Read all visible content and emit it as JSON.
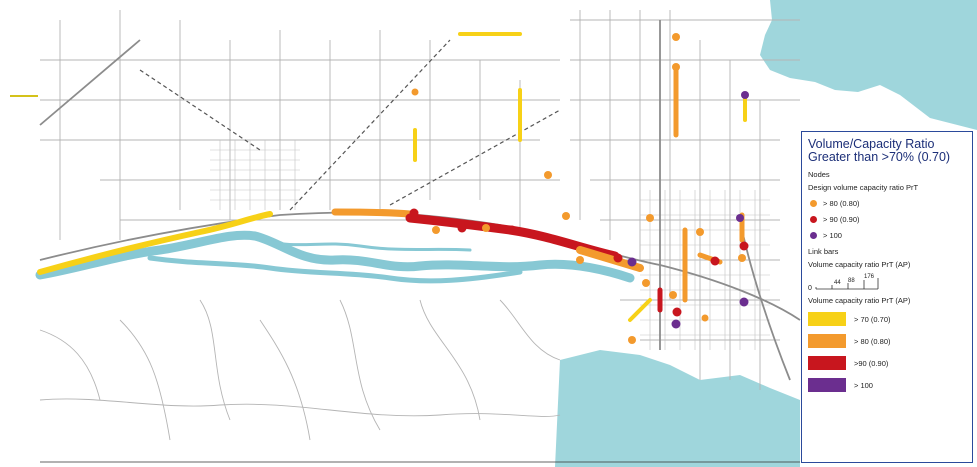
{
  "colors": {
    "water": "#9fd6dc",
    "river": "#87c8d4",
    "road_minor": "#b4b4b4",
    "road_major": "#8c8c8c",
    "yellow": "#f7d117",
    "orange": "#f39a2d",
    "red": "#c8161e",
    "purple": "#6b2e8f",
    "legend_border": "#2b4a9b"
  },
  "legend": {
    "title_line1": "Volume/Capacity Ratio",
    "title_line2": "Greater than >70% (0.70)",
    "nodes_heading": "Nodes",
    "nodes_subheading": "Design volume capacity ratio PrT",
    "node_classes": [
      {
        "label": "> 80 (0.80)",
        "color": "#f39a2d"
      },
      {
        "label": "> 90 (0.90)",
        "color": "#c8161e"
      },
      {
        "label": "> 100",
        "color": "#6b2e8f"
      }
    ],
    "link_heading": "Link bars",
    "link_subheading": "Volume capacity ratio PrT (AP)",
    "scale_labels": [
      "0",
      "44",
      "88",
      "176"
    ],
    "link_subheading2": "Volume capacity ratio PrT (AP)",
    "link_classes": [
      {
        "label": "> 70 (0.70)",
        "color": "#f7d117"
      },
      {
        "label": "> 80 (0.80)",
        "color": "#f39a2d"
      },
      {
        "label": ">90 (0.90)",
        "color": "#c8161e"
      },
      {
        "label": "> 100",
        "color": "#6b2e8f"
      }
    ]
  }
}
